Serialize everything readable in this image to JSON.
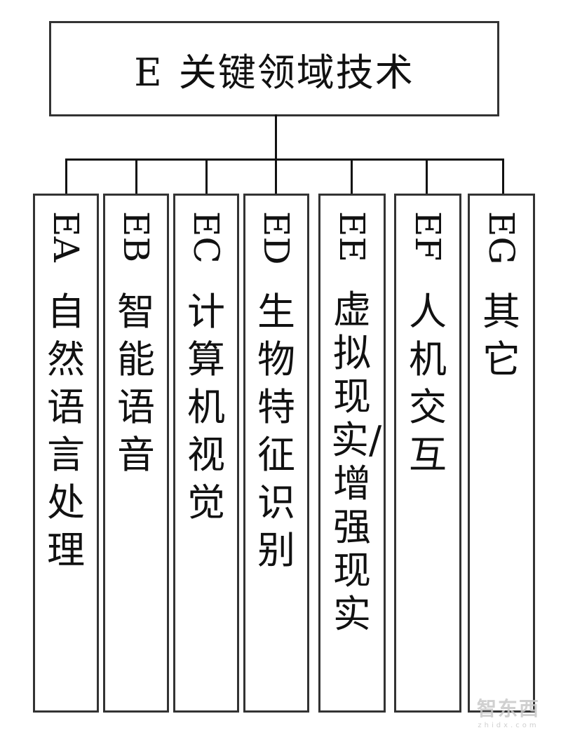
{
  "root": {
    "code": "E",
    "label": "关键领域技术"
  },
  "children": [
    {
      "code": "EA",
      "label": "自然语言处理"
    },
    {
      "code": "EB",
      "label": "智能语音"
    },
    {
      "code": "EC",
      "label": "计算机视觉"
    },
    {
      "code": "ED",
      "label": "生物特征识别"
    },
    {
      "code": "EE",
      "label": "虚拟现实/增强现实"
    },
    {
      "code": "EF",
      "label": "人机交互"
    },
    {
      "code": "EG",
      "label": "其它"
    }
  ],
  "watermark": {
    "logo": "智东西",
    "url": "zhidx.com"
  },
  "colors": {
    "line": "#111111",
    "border": "#333333",
    "background": "#ffffff"
  }
}
